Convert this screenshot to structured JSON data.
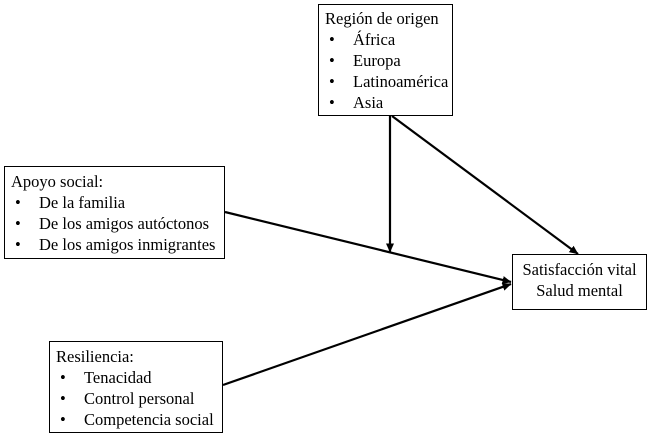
{
  "region_box": {
    "title": "Región de origen",
    "items": [
      "África",
      "Europa",
      "Latinoamérica",
      "Asia"
    ]
  },
  "support_box": {
    "title": "Apoyo social:",
    "items": [
      "De la familia",
      "De los amigos autóctonos",
      "De los amigos inmigrantes"
    ]
  },
  "resilience_box": {
    "title": "Resiliencia:",
    "items": [
      "Tenacidad",
      "Control personal",
      "Competencia social"
    ]
  },
  "outcome_box": {
    "lines": [
      "Satisfacción vital",
      "Salud mental"
    ]
  },
  "colors": {
    "stroke": "#000000",
    "background": "#ffffff"
  }
}
